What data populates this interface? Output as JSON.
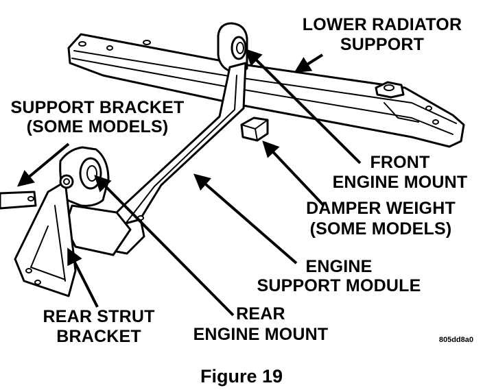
{
  "labels": {
    "lower_radiator_support_1": "LOWER RADIATOR",
    "lower_radiator_support_2": "SUPPORT",
    "support_bracket_1": "SUPPORT BRACKET",
    "support_bracket_2": "(SOME MODELS)",
    "front_engine_mount_1": "FRONT",
    "front_engine_mount_2": "ENGINE MOUNT",
    "damper_weight_1": "DAMPER WEIGHT",
    "damper_weight_2": "(SOME MODELS)",
    "engine_support_module_1": "ENGINE",
    "engine_support_module_2": "SUPPORT MODULE",
    "rear_strut_bracket_1": "REAR STRUT",
    "rear_strut_bracket_2": "BRACKET",
    "rear_engine_mount_1": "REAR",
    "rear_engine_mount_2": "ENGINE MOUNT"
  },
  "image_code": "805dd8a0",
  "caption": "Figure 19"
}
